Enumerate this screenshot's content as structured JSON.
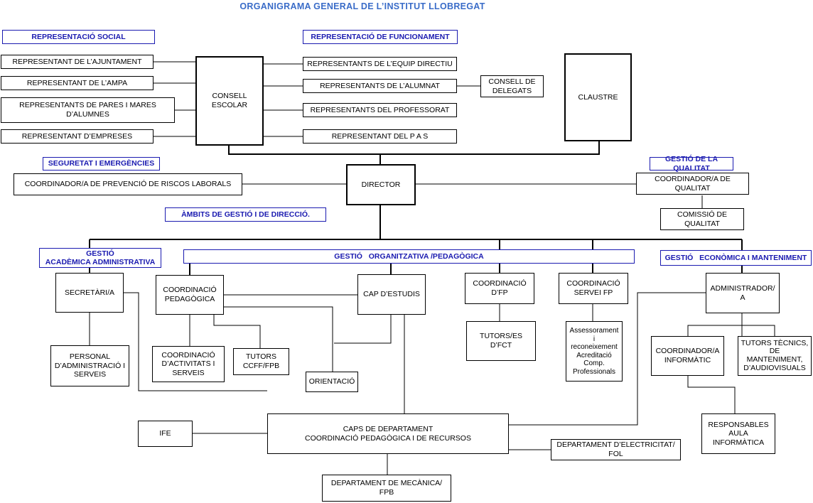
{
  "title": "ORGANIGRAMA GENERAL DE L’INSTITUT LLOBREGAT",
  "headers": {
    "social": "REPRESENTACIÓ SOCIAL",
    "funcionament": "REPRESENTACIÓ DE FUNCIONAMENT",
    "seguretat": "SEGURETAT I EMERGÈNCIES",
    "qualitat": "GESTIÓ DE LA QUALITAT",
    "ambits": "ÀMBITS DE GESTIÓ I DE DIRECCIÓ.",
    "academica": "GESTIÓ\nACADÈMICA ADMINISTRATIVA",
    "organitzativa": "GESTIÓ   ORGANITZATIVA /PEDAGÒGICA",
    "economica": "GESTIÓ   ECONÒMICA I MANTENIMENT"
  },
  "nodes": {
    "ajuntament": "REPRESENTANT DE L’AJUNTAMENT",
    "ampa": "REPRESENTANT DE L’AMPA",
    "pares": "REPRESENTANTS DE PARES I MARES\nD’ALUMNES",
    "empreses": "REPRESENTANT D’EMPRESES",
    "consell": "CONSELL\nESCOLAR",
    "equip": "REPRESENTANTS DE L’EQUIP DIRECTIU",
    "alumnat": "REPRESENTANTS DE L’ALUMNAT",
    "delegats": "CONSELL DE\nDELEGATS",
    "professorat": "REPRESENTANTS DEL PROFESSORAT",
    "pas": "REPRESENTANT DEL P A S",
    "claustre": "CLAUSTRE",
    "director": "DIRECTOR",
    "riscos": "COORDINADOR/A DE PREVENCIÓ DE RISCOS LABORALS",
    "coordQualitat": "COORDINADOR/A DE QUALITAT",
    "comissio": "COMISSIÓ DE\nQUALITAT",
    "secretaria": "SECRETÀRI/A",
    "personal": "PERSONAL\nD’ADMINISTRACIÓ I\nSERVEIS",
    "coordPed": "COORDINACIÓ\nPEDAGÒGICA",
    "capEstudis": "CAP D’ESTUDIS",
    "coordAct": "COORDINACIÓ\nD’ACTIVITATS I\nSERVEIS",
    "tutorsCcff": "TUTORS\nCCFF/FPB",
    "orientacio": "ORIENTACIÓ",
    "coordFp": "COORDINACIÓ\nD’FP",
    "tutorsFct": "TUTORS/ES\nD’FCT",
    "coordServei": "COORDINACIÓ\nSERVEI FP",
    "assessorament": "Assessorament\ni\nreconeixement\nAcreditació\nComp.\nProfessionals",
    "administrador": "ADMINISTRADOR/\nA",
    "coordInf": "COORDINADOR/A\nINFORMÀTIC",
    "tutorsTec": "TUTORS TÈCNICS,\nDE\nMANTENIMENT,\nD’AUDIOVISUALS",
    "responsables": "RESPONSABLES\nAULA\nINFORMÀTICA",
    "ife": "IFE",
    "caps": "CAPS DE DEPARTAMENT\nCOORDINACIÓ PEDAGÒGICA I DE RECURSOS",
    "electricitat": "DEPARTAMENT D’ELECTRICITAT/\nFOL",
    "mecanica": "DEPARTAMENT DE MECÀNICA/\nFPB"
  }
}
